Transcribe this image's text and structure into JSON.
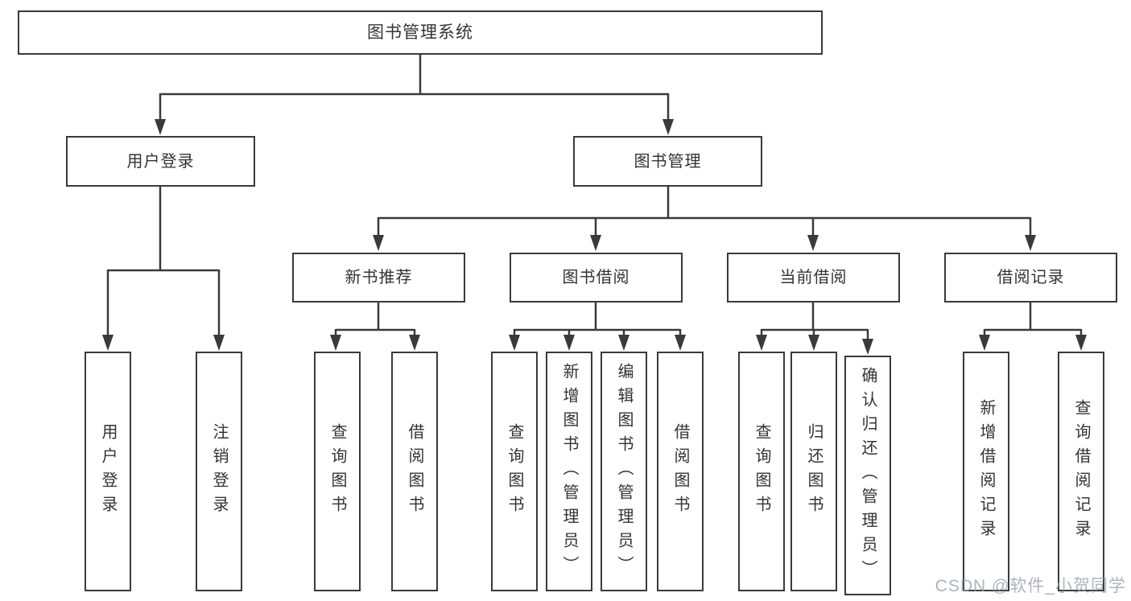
{
  "tree": {
    "root": "图书管理系统",
    "branches": [
      {
        "label": "用户登录",
        "children": [
          "用户登录",
          "注销登录"
        ]
      },
      {
        "label": "图书管理",
        "groups": [
          {
            "label": "新书推荐",
            "children": [
              "查询图书",
              "借阅图书"
            ]
          },
          {
            "label": "图书借阅",
            "children": [
              "查询图书",
              "新增图书（管理员）",
              "编辑图书（管理员）",
              "借阅图书"
            ]
          },
          {
            "label": "当前借阅",
            "children": [
              "查询图书",
              "归还图书",
              "确认归还（管理员）"
            ]
          },
          {
            "label": "借阅记录",
            "children": [
              "新增借阅记录",
              "查询借阅记录"
            ]
          }
        ]
      }
    ]
  },
  "watermark": "CSDN @软件_小贺同学",
  "colors": {
    "line": "#3a3a3a",
    "box_border": "#3a3a3a",
    "text": "#333333",
    "background": "#ffffff",
    "watermark": "#9499a6"
  }
}
